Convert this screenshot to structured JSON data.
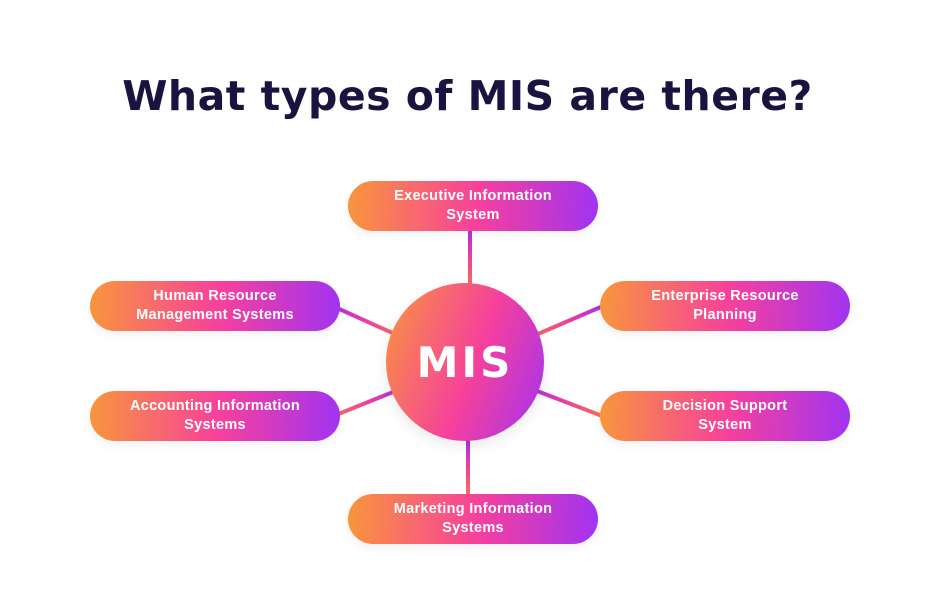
{
  "title": "What types of MIS are there?",
  "center": {
    "label": "MIS"
  },
  "nodes": [
    {
      "id": "executive-information-system",
      "lines": [
        "Executive Information",
        "System"
      ]
    },
    {
      "id": "human-resource-management-systems",
      "lines": [
        "Human Resource",
        "Management Systems"
      ]
    },
    {
      "id": "enterprise-resource-planning",
      "lines": [
        "Enterprise Resource",
        "Planning"
      ]
    },
    {
      "id": "accounting-information-systems",
      "lines": [
        "Accounting Information",
        "Systems"
      ]
    },
    {
      "id": "decision-support-system",
      "lines": [
        "Decision Support",
        "System"
      ]
    },
    {
      "id": "marketing-information-systems",
      "lines": [
        "Marketing Information",
        "Systems"
      ]
    }
  ],
  "colors": {
    "background": "#ffffff",
    "title_text": "#1a1340",
    "node_text": "#ffffff",
    "gradient_orange": "#f8963c",
    "gradient_pink": "#f6409c",
    "gradient_purple": "#a133f2",
    "line_purple": "#9b2bf5",
    "line_pink": "#ef3f9b",
    "line_orange": "#f57a45"
  }
}
